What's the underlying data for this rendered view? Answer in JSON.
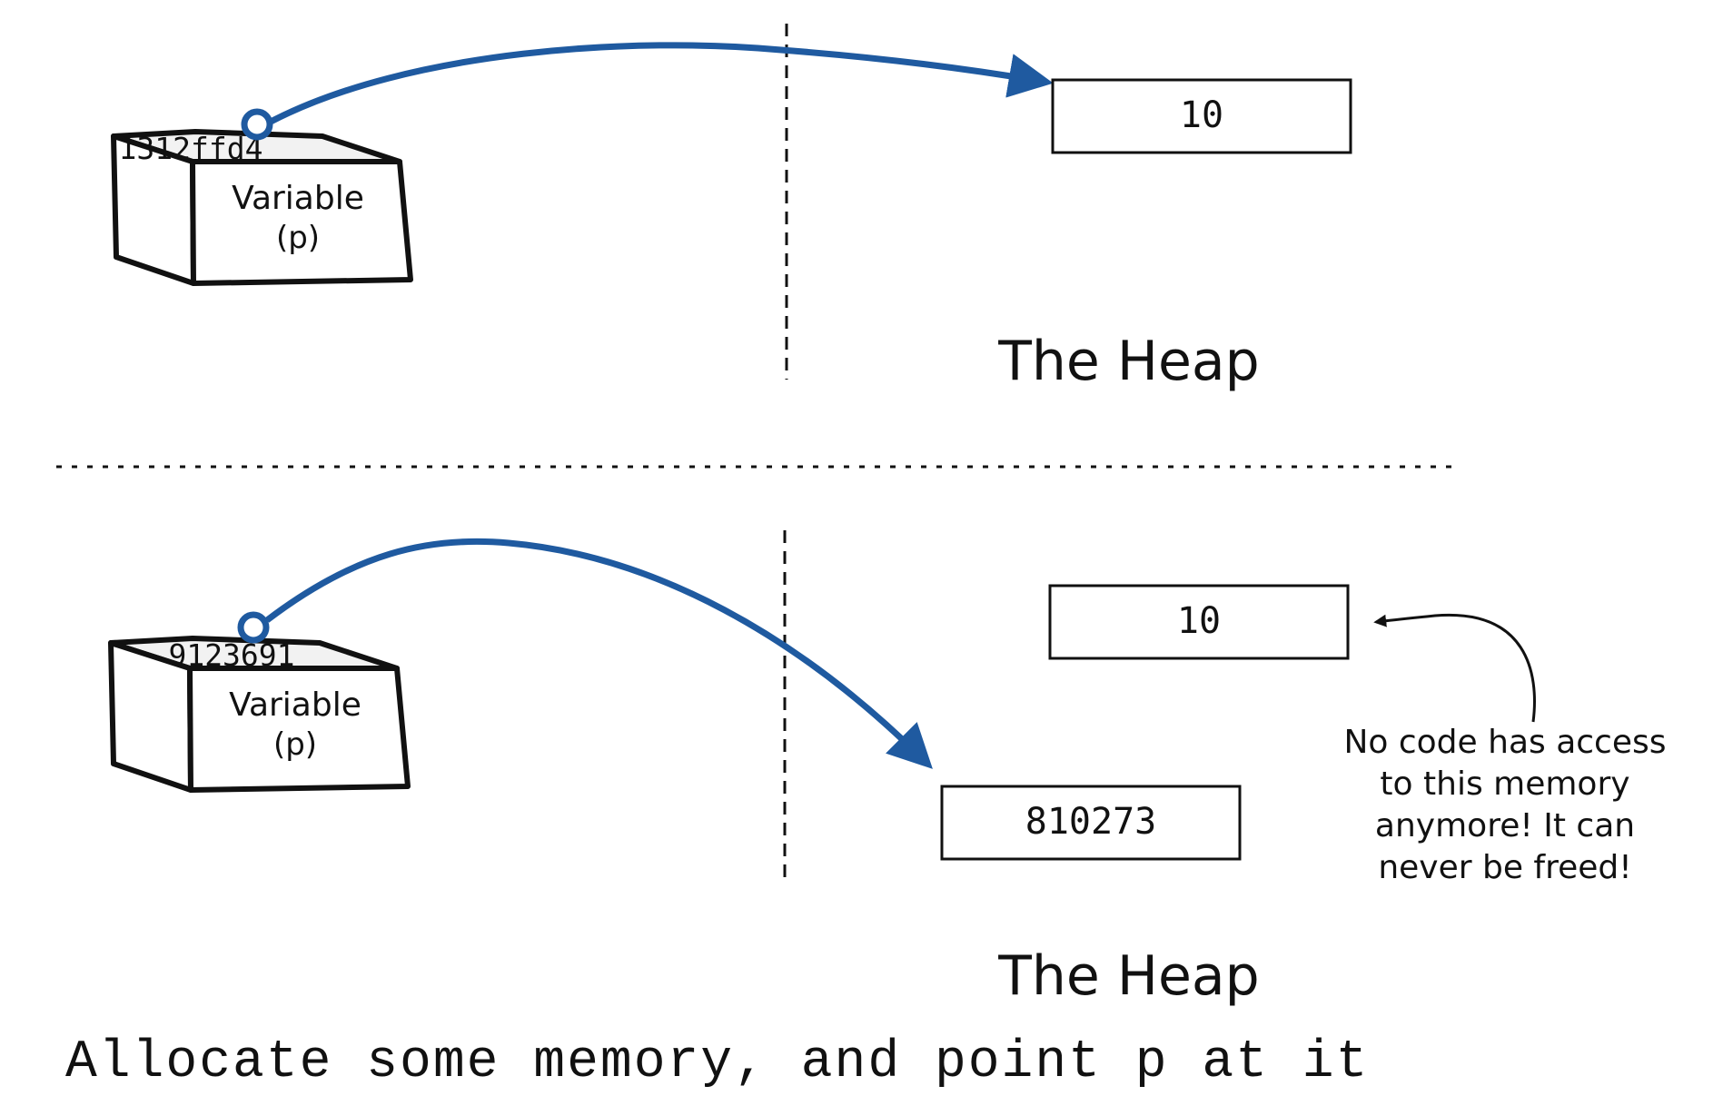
{
  "panels": [
    {
      "variable": {
        "address": "1312ffd4",
        "label_line1": "Variable",
        "label_line2": "(p)"
      },
      "heap_label": "The Heap",
      "heap_blocks": [
        {
          "value": "10"
        }
      ]
    },
    {
      "variable": {
        "address": "9123691",
        "label_line1": "Variable",
        "label_line2": "(p)"
      },
      "heap_label": "The Heap",
      "heap_blocks": [
        {
          "value": "10"
        },
        {
          "value": "810273"
        }
      ],
      "annotation": [
        "No code has access",
        "to this memory",
        "anymore! It can",
        "never be freed!"
      ]
    }
  ],
  "caption": "Allocate some memory, and point p at it",
  "colors": {
    "pointer_arrow": "#1f5aa0",
    "ink": "#111111"
  }
}
